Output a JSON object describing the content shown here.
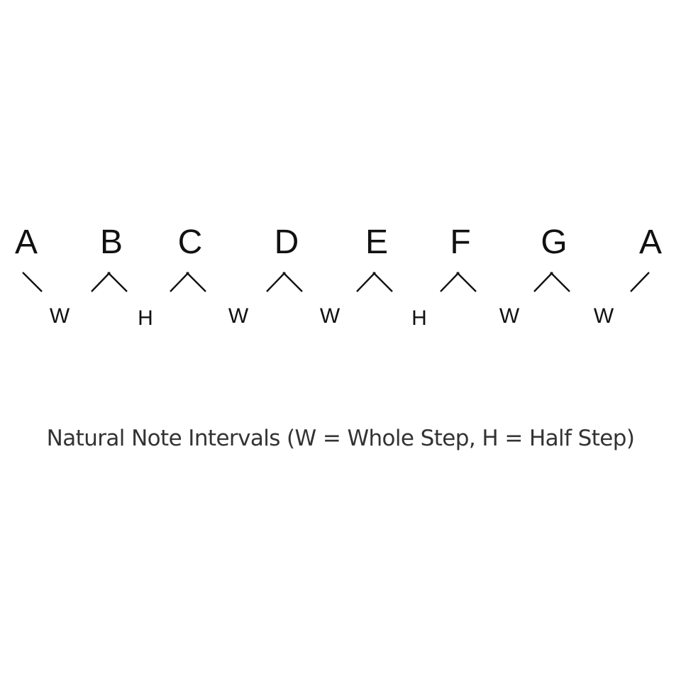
{
  "notes": [
    "A",
    "B",
    "C",
    "D",
    "E",
    "F",
    "G",
    "A"
  ],
  "steps": [
    "W",
    "H",
    "W",
    "W",
    "H",
    "W",
    "W"
  ],
  "caption": "Natural Note Intervals (W = Whole Step, H = Half Step)"
}
